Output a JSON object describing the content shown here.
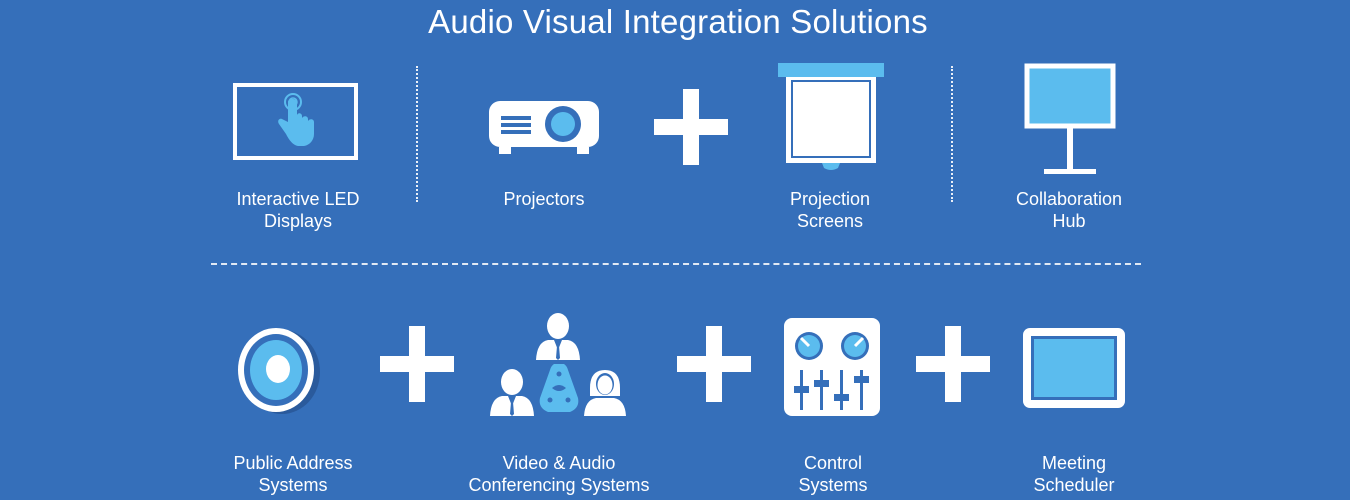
{
  "title": "Audio Visual Integration Solutions",
  "colors": {
    "background": "#356fba",
    "accent": "#5bbcee",
    "white": "#ffffff"
  },
  "top_row": [
    {
      "icon": "touch-display-icon",
      "line1": "Interactive LED",
      "line2": "Displays"
    },
    {
      "icon": "projector-icon",
      "line1": "Projectors",
      "line2": ""
    },
    {
      "icon": "projection-screen-icon",
      "line1": "Projection",
      "line2": "Screens"
    },
    {
      "icon": "collaboration-hub-icon",
      "line1": "Collaboration",
      "line2": "Hub"
    }
  ],
  "bottom_row": [
    {
      "icon": "speaker-icon",
      "line1": "Public Address",
      "line2": "Systems"
    },
    {
      "icon": "conference-group-icon",
      "line1": "Video & Audio",
      "line2": "Conferencing Systems"
    },
    {
      "icon": "mixer-panel-icon",
      "line1": "Control",
      "line2": "Systems"
    },
    {
      "icon": "tablet-icon",
      "line1": "Meeting",
      "line2": "Scheduler"
    }
  ]
}
